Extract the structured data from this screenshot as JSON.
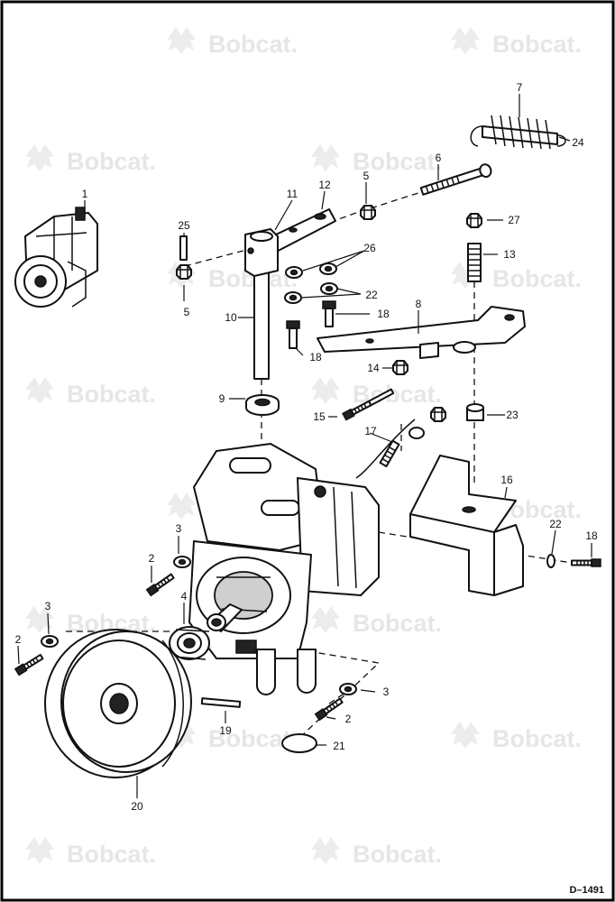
{
  "watermark": {
    "text": "Bobcat.",
    "icon": "bobcat-logo-icon"
  },
  "figure_id": "D–1491",
  "callouts": [
    {
      "id": "c1",
      "label": "1"
    },
    {
      "id": "c2a",
      "label": "2"
    },
    {
      "id": "c2b",
      "label": "2"
    },
    {
      "id": "c2c",
      "label": "2"
    },
    {
      "id": "c3a",
      "label": "3"
    },
    {
      "id": "c3b",
      "label": "3"
    },
    {
      "id": "c3c",
      "label": "3"
    },
    {
      "id": "c4",
      "label": "4"
    },
    {
      "id": "c5a",
      "label": "5"
    },
    {
      "id": "c5b",
      "label": "5"
    },
    {
      "id": "c6",
      "label": "6"
    },
    {
      "id": "c7",
      "label": "7"
    },
    {
      "id": "c8",
      "label": "8"
    },
    {
      "id": "c9",
      "label": "9"
    },
    {
      "id": "c10",
      "label": "10"
    },
    {
      "id": "c11",
      "label": "11"
    },
    {
      "id": "c12",
      "label": "12"
    },
    {
      "id": "c13",
      "label": "13"
    },
    {
      "id": "c14",
      "label": "14"
    },
    {
      "id": "c15",
      "label": "15"
    },
    {
      "id": "c16",
      "label": "16"
    },
    {
      "id": "c17",
      "label": "17"
    },
    {
      "id": "c18a",
      "label": "18"
    },
    {
      "id": "c18b",
      "label": "18"
    },
    {
      "id": "c18c",
      "label": "18"
    },
    {
      "id": "c19",
      "label": "19"
    },
    {
      "id": "c20",
      "label": "20"
    },
    {
      "id": "c21",
      "label": "21"
    },
    {
      "id": "c22a",
      "label": "22"
    },
    {
      "id": "c22b",
      "label": "22"
    },
    {
      "id": "c23",
      "label": "23"
    },
    {
      "id": "c24",
      "label": "24"
    },
    {
      "id": "c25",
      "label": "25"
    },
    {
      "id": "c26",
      "label": "26"
    },
    {
      "id": "c27",
      "label": "27"
    }
  ]
}
